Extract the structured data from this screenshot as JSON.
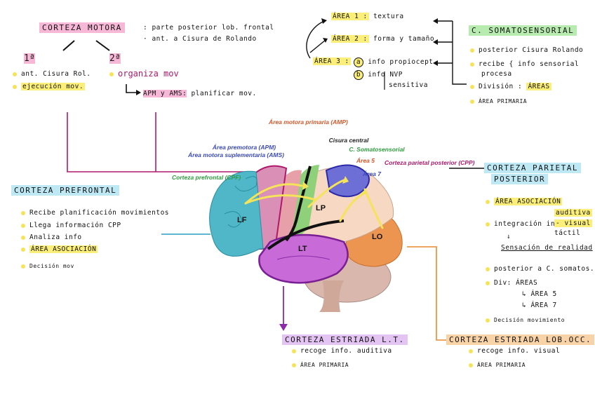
{
  "motor": {
    "title": "CORTEZA MOTORA",
    "desc1": ": parte posterior lob. frontal",
    "desc2": "· ant. a Cisura de Rolando",
    "primary_label": "1ª",
    "secondary_label": "2ª",
    "p1": "ant. Cisura Rol.",
    "p2": "ejecución mov.",
    "s1": "organiza mov",
    "s2_key": "APM y AMS:",
    "s2_rest": "planificar mov."
  },
  "areas": {
    "a1": "ÁREA 1 :",
    "a1_desc": "textura",
    "a2": "ÁREA 2 :",
    "a2_desc": "forma y tamaño",
    "a3": "ÁREA 3 :",
    "a3_a": "a",
    "a3_a_text": "info propiocept.",
    "a3_b": "b",
    "a3_b_text": "info NVP",
    "a3_b_text2": "sensitiva"
  },
  "somato": {
    "title": "C. SOMATOSENSORIAL",
    "i1": "posterior Cisura Rolando",
    "i2a": "recibe",
    "i2b": "info sensorial",
    "i2c": "procesa",
    "i3": "División :",
    "i3b": "ÁREAS",
    "i4": "ÁREA PRIMARIA"
  },
  "prefrontal": {
    "title": "CORTEZA PREFRONTAL",
    "i1": "Recibe planificación movimientos",
    "i2": "Llega información CPP",
    "i3": "Analiza info",
    "i4": "ÁREA ASOCIACIÓN",
    "i5": "Decisión mov"
  },
  "parietal": {
    "title1": "CORTEZA PARIETAL",
    "title2": "POSTERIOR",
    "i1": "ÁREA ASOCIACIÓN",
    "i2": "integración info",
    "b1": "auditiva",
    "b2": "- visual",
    "b3": "táctil",
    "arrow": "↓",
    "i3": "Sensación de realidad",
    "i4": "posterior a C. somatos.",
    "i5": "Div:",
    "i5b": "ÁREAS",
    "i6": "↳ ÁREA 5",
    "i7": "↳ ÁREA 7",
    "i8": "Decisión movimiento"
  },
  "striate_lt": {
    "title": "CORTEZA ESTRIADA L.T.",
    "i1": "recoge info. auditiva",
    "i2": "ÁREA PRIMARIA"
  },
  "striate_occ": {
    "title": "CORTEZA ESTRIADA LOB.OCC.",
    "i1": "recoge info. visual",
    "i2": "ÁREA PRIMARIA"
  },
  "brain": {
    "amp": "Área motora primaria (AMP)",
    "cisura": "Cisura central",
    "somato": "C. Somatosensorial",
    "apm": "Área premotora (APM)",
    "ams": "Área motora suplementaria (AMS)",
    "cpf": "Corteza prefrontal (CPF)",
    "area5": "Área 5",
    "area7": "Área 7",
    "cpp": "Corteza parietal posterior (CPP)",
    "lf": "LF",
    "lp": "LP",
    "lt": "LT",
    "lo": "LO"
  },
  "colors": {
    "pink": "#f6b8d6",
    "green": "#b8ebb0",
    "blue": "#bfe8f5",
    "purple": "#b75bd1",
    "orange": "#e88a2e",
    "yellow": "#f5e35a",
    "frontal": "#4fb7c7",
    "parietal": "#f7d8c3",
    "temporal": "#c86ad8",
    "occipital": "#eb9550",
    "motor": "#e8a0a8",
    "somato": "#8fd07a",
    "cpp": "#6e6fd6"
  }
}
